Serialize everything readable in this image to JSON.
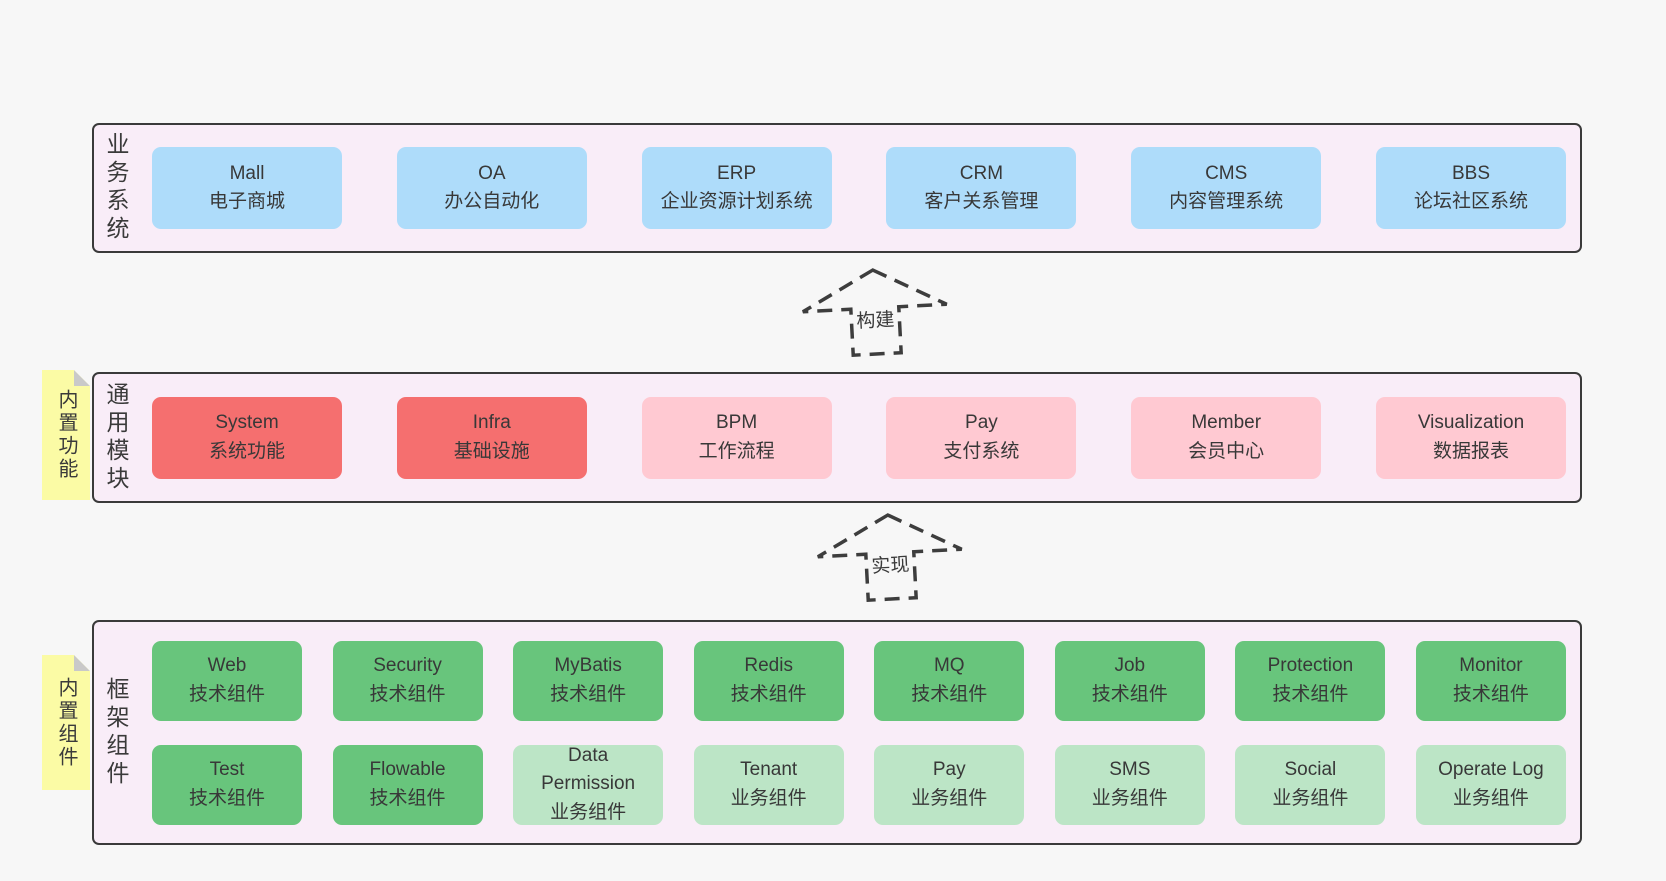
{
  "bands": [
    {
      "label": "业务系统",
      "boxes": [
        {
          "name": "Mall",
          "subtitle": "电子商城"
        },
        {
          "name": "OA",
          "subtitle": "办公自动化"
        },
        {
          "name": "ERP",
          "subtitle": "企业资源计划系统"
        },
        {
          "name": "CRM",
          "subtitle": "客户关系管理"
        },
        {
          "name": "CMS",
          "subtitle": "内容管理系统"
        },
        {
          "name": "BBS",
          "subtitle": "论坛社区系统"
        }
      ]
    },
    {
      "label": "通用模块",
      "note": "内置功能",
      "boxes": [
        {
          "name": "System",
          "subtitle": "系统功能"
        },
        {
          "name": "Infra",
          "subtitle": "基础设施"
        },
        {
          "name": "BPM",
          "subtitle": "工作流程"
        },
        {
          "name": "Pay",
          "subtitle": "支付系统"
        },
        {
          "name": "Member",
          "subtitle": "会员中心"
        },
        {
          "name": "Visualization",
          "subtitle": "数据报表"
        }
      ]
    },
    {
      "label": "框架组件",
      "note": "内置组件",
      "boxes": [
        {
          "name": "Web",
          "subtitle": "技术组件"
        },
        {
          "name": "Security",
          "subtitle": "技术组件"
        },
        {
          "name": "MyBatis",
          "subtitle": "技术组件"
        },
        {
          "name": "Redis",
          "subtitle": "技术组件"
        },
        {
          "name": "MQ",
          "subtitle": "技术组件"
        },
        {
          "name": "Job",
          "subtitle": "技术组件"
        },
        {
          "name": "Protection",
          "subtitle": "技术组件"
        },
        {
          "name": "Monitor",
          "subtitle": "技术组件"
        },
        {
          "name": "Test",
          "subtitle": "技术组件"
        },
        {
          "name": "Flowable",
          "subtitle": "技术组件"
        },
        {
          "name": "Data Permission",
          "subtitle": "业务组件"
        },
        {
          "name": "Tenant",
          "subtitle": "业务组件"
        },
        {
          "name": "Pay",
          "subtitle": "业务组件"
        },
        {
          "name": "SMS",
          "subtitle": "业务组件"
        },
        {
          "name": "Social",
          "subtitle": "业务组件"
        },
        {
          "name": "Operate Log",
          "subtitle": "业务组件"
        }
      ]
    }
  ],
  "arrows": [
    {
      "label": "构建"
    },
    {
      "label": "实现"
    }
  ],
  "colors": {
    "page_background": "#f7f7f7",
    "band_background": "#f9edf8",
    "band_border": "#3a3a3a",
    "business_blue": "#aedcfa",
    "core_red": "#f56f6f",
    "module_pink": "#ffc9d2",
    "tech_green": "#68c57c",
    "biz_light_green": "#bce5c6",
    "note_yellow": "#fbfba5",
    "note_fold_gray": "#c9c9c9"
  }
}
